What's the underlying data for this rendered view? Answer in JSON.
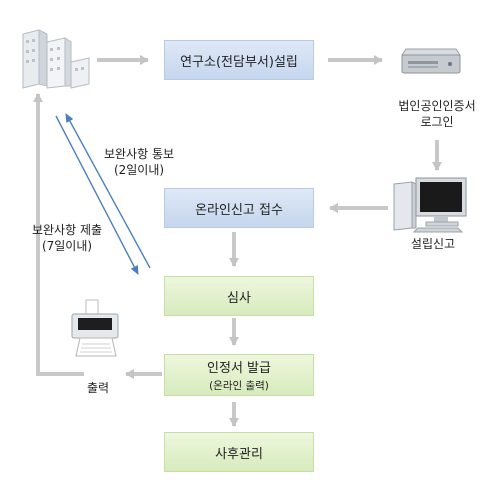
{
  "nodes": {
    "establish": "연구소(전담부서)설립",
    "login": [
      "법인공인인증서",
      "로그인"
    ],
    "report_filing": "설립신고",
    "online_receipt": "온라인신고 접수",
    "review": "심사",
    "certificate": "인정서 발급",
    "certificate_sub": "(온라인 출력)",
    "aftercare": "사후관리",
    "print": "출력"
  },
  "side_labels": {
    "notify": [
      "보완사항 통보",
      "(2일이내)"
    ],
    "submit": [
      "보완사항 제출",
      "(7일이내)"
    ]
  },
  "colors": {
    "blue_box": "#c9d9ef",
    "green_box": "#d9edc1",
    "arrow_gray": "#c8c8c8",
    "arrow_blue": "#4a7fc0"
  }
}
